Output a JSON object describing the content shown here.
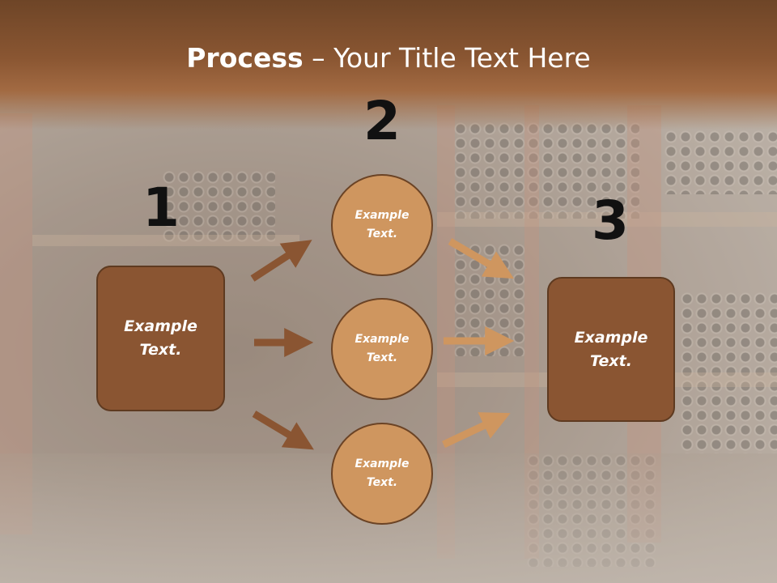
{
  "title": {
    "bold": "Process",
    "rest": " – Your Title Text Here"
  },
  "steps": {
    "one": "1",
    "two": "2",
    "three": "3"
  },
  "left_box": {
    "line1": "Example",
    "line2": "Text."
  },
  "circles": [
    {
      "line1": "Example",
      "line2": "Text."
    },
    {
      "line1": "Example",
      "line2": "Text."
    },
    {
      "line1": "Example",
      "line2": "Text."
    }
  ],
  "right_box": {
    "line1": "Example",
    "line2": "Text."
  },
  "colors": {
    "banner": "#8a5632",
    "box_fill": "#8a5532",
    "circle_fill": "#cf965f",
    "arrow_dark": "#8a5532",
    "arrow_light": "#cf965f"
  }
}
